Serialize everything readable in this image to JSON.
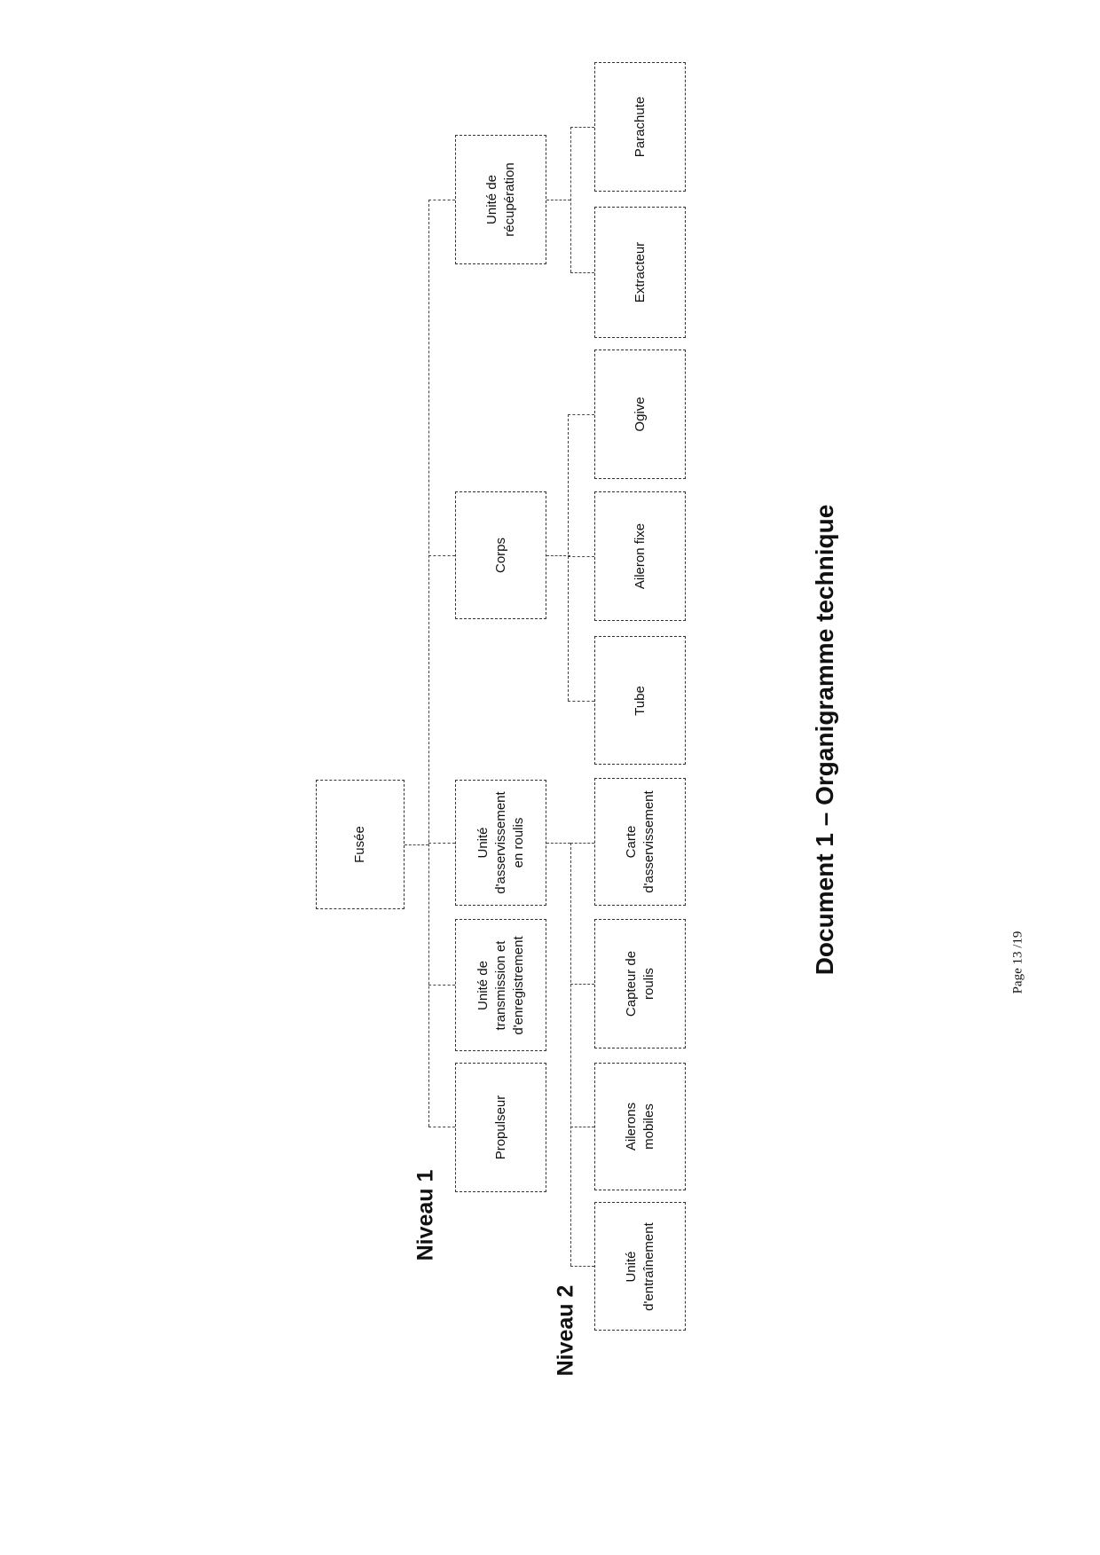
{
  "root": {
    "label": "Fusée"
  },
  "levels": {
    "level1": "Niveau 1",
    "level2": "Niveau 2"
  },
  "level1": [
    {
      "label": "Propulseur"
    },
    {
      "label": "Unité de\ntransmission et\nd'enregistrement"
    },
    {
      "label": "Unité\nd'asservissement\nen roulis"
    },
    {
      "label": "Corps"
    },
    {
      "label": "Unité de\nrécupération"
    }
  ],
  "level2": [
    {
      "label": "Unité\nd'entraînement"
    },
    {
      "label": "Ailerons\nmobiles"
    },
    {
      "label": "Capteur de\nroulis"
    },
    {
      "label": "Carte\nd'asservissement"
    },
    {
      "label": "Tube"
    },
    {
      "label": "Aileron fixe"
    },
    {
      "label": "Ogive"
    },
    {
      "label": "Extracteur"
    },
    {
      "label": "Parachute"
    }
  ],
  "caption": "Document 1 – Organigramme technique",
  "page": "Page 13 /19"
}
